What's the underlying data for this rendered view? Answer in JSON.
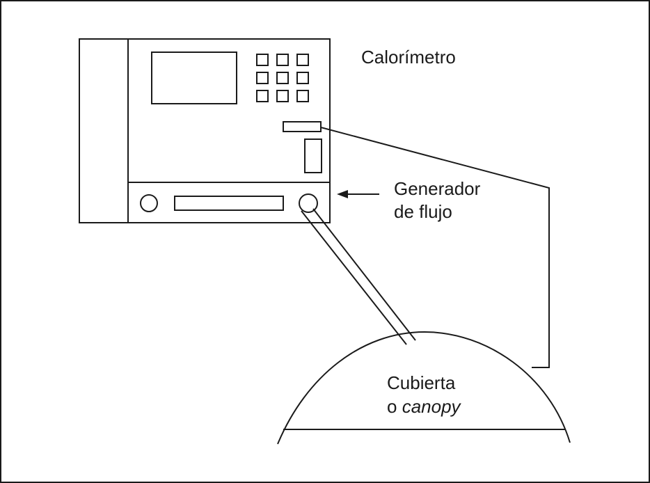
{
  "labels": {
    "calorimeter": "Calorímetro",
    "flow_generator_line1": "Generador",
    "flow_generator_line2": "de flujo",
    "cover_line1": "Cubierta",
    "cover_prefix": "o ",
    "cover_italic": "canopy"
  },
  "colors": {
    "ink": "#1a1a1a",
    "background": "#ffffff"
  }
}
